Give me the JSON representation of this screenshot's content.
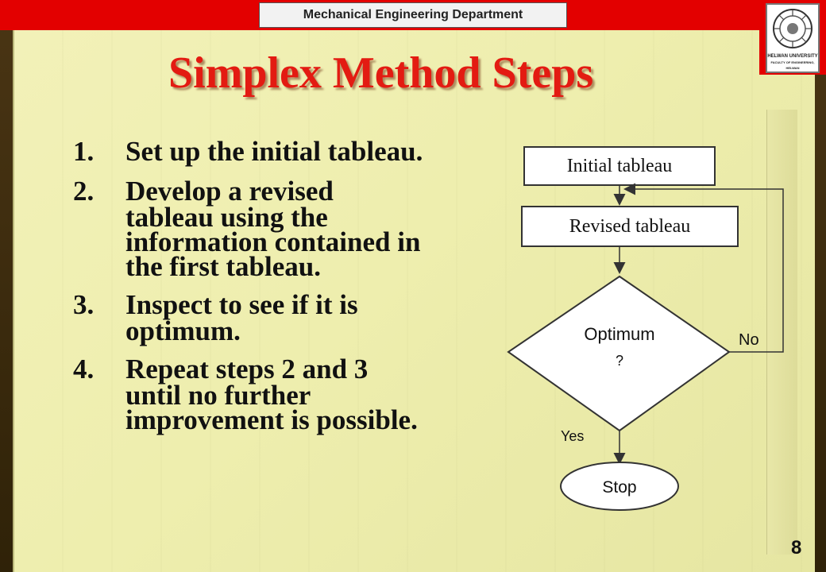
{
  "header": {
    "department": "Mechanical Engineering Department"
  },
  "logo": {
    "university": "HELWAN UNIVERSITY",
    "faculty": "FACULTY OF ENGINEERING, HELWAN"
  },
  "title": "Simplex Method Steps",
  "steps": [
    {
      "num": "1.",
      "lines": [
        "Set up the initial tableau."
      ]
    },
    {
      "num": "2.",
      "lines": [
        "Develop a revised",
        "tableau using the",
        "information contained in",
        "the first tableau."
      ]
    },
    {
      "num": "3.",
      "lines": [
        "Inspect to see if it is",
        "optimum."
      ]
    },
    {
      "num": "4.",
      "lines": [
        "Repeat steps 2 and 3",
        "until no further",
        "improvement is possible."
      ]
    }
  ],
  "flowchart": {
    "initial": "Initial tableau",
    "revised": "Revised tableau",
    "decision_line1": "Optimum",
    "decision_line2": "?",
    "no_label": "No",
    "yes_label": "Yes",
    "stop": "Stop"
  },
  "page_number": "8",
  "colors": {
    "title": "#e31b12",
    "bar": "#e30000",
    "folder": "#eeeeae"
  }
}
